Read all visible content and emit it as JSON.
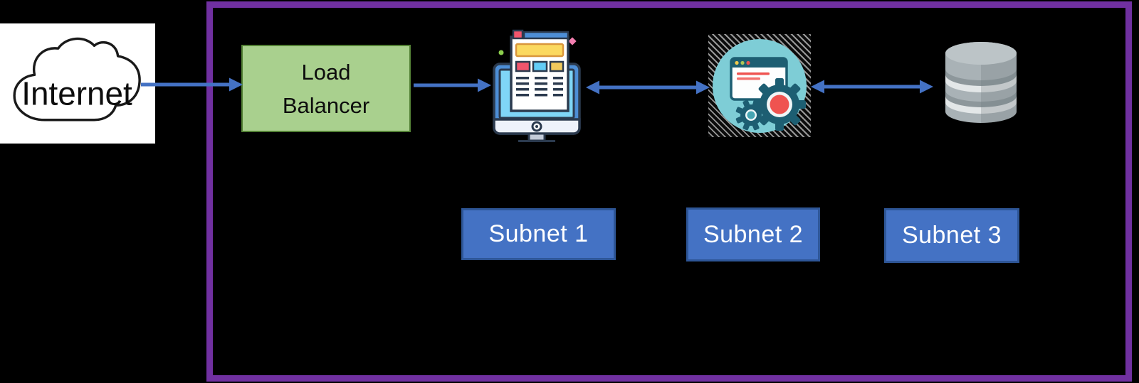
{
  "diagram_type": "network-architecture",
  "nodes": {
    "internet": {
      "label": "Internet",
      "icon": "cloud-outline-icon"
    },
    "load_balancer": {
      "label_line1": "Load",
      "label_line2": "Balancer"
    },
    "web_server": {
      "icon": "web-server-monitor-icon"
    },
    "app_server": {
      "icon": "app-server-gears-icon"
    },
    "database": {
      "icon": "database-cylinder-icon"
    }
  },
  "subnets": [
    {
      "label": "Subnet 1"
    },
    {
      "label": "Subnet 2"
    },
    {
      "label": "Subnet 3"
    }
  ],
  "arrows": [
    {
      "name": "internet-to-load-balancer",
      "direction": "right"
    },
    {
      "name": "load-balancer-to-web-server",
      "direction": "right"
    },
    {
      "name": "web-server-app-server",
      "direction": "both"
    },
    {
      "name": "app-server-database",
      "direction": "both"
    }
  ],
  "colors": {
    "background": "#000000",
    "vpc_border_purple": "#7030a0",
    "arrow_blue": "#4472c4",
    "load_balancer_fill_green": "#a9d08e",
    "subnet_fill_blue": "#4472c4",
    "subnet_border_blue": "#2e5697",
    "subnet_text": "#ffffff",
    "internet_box_fill": "#ffffff"
  }
}
